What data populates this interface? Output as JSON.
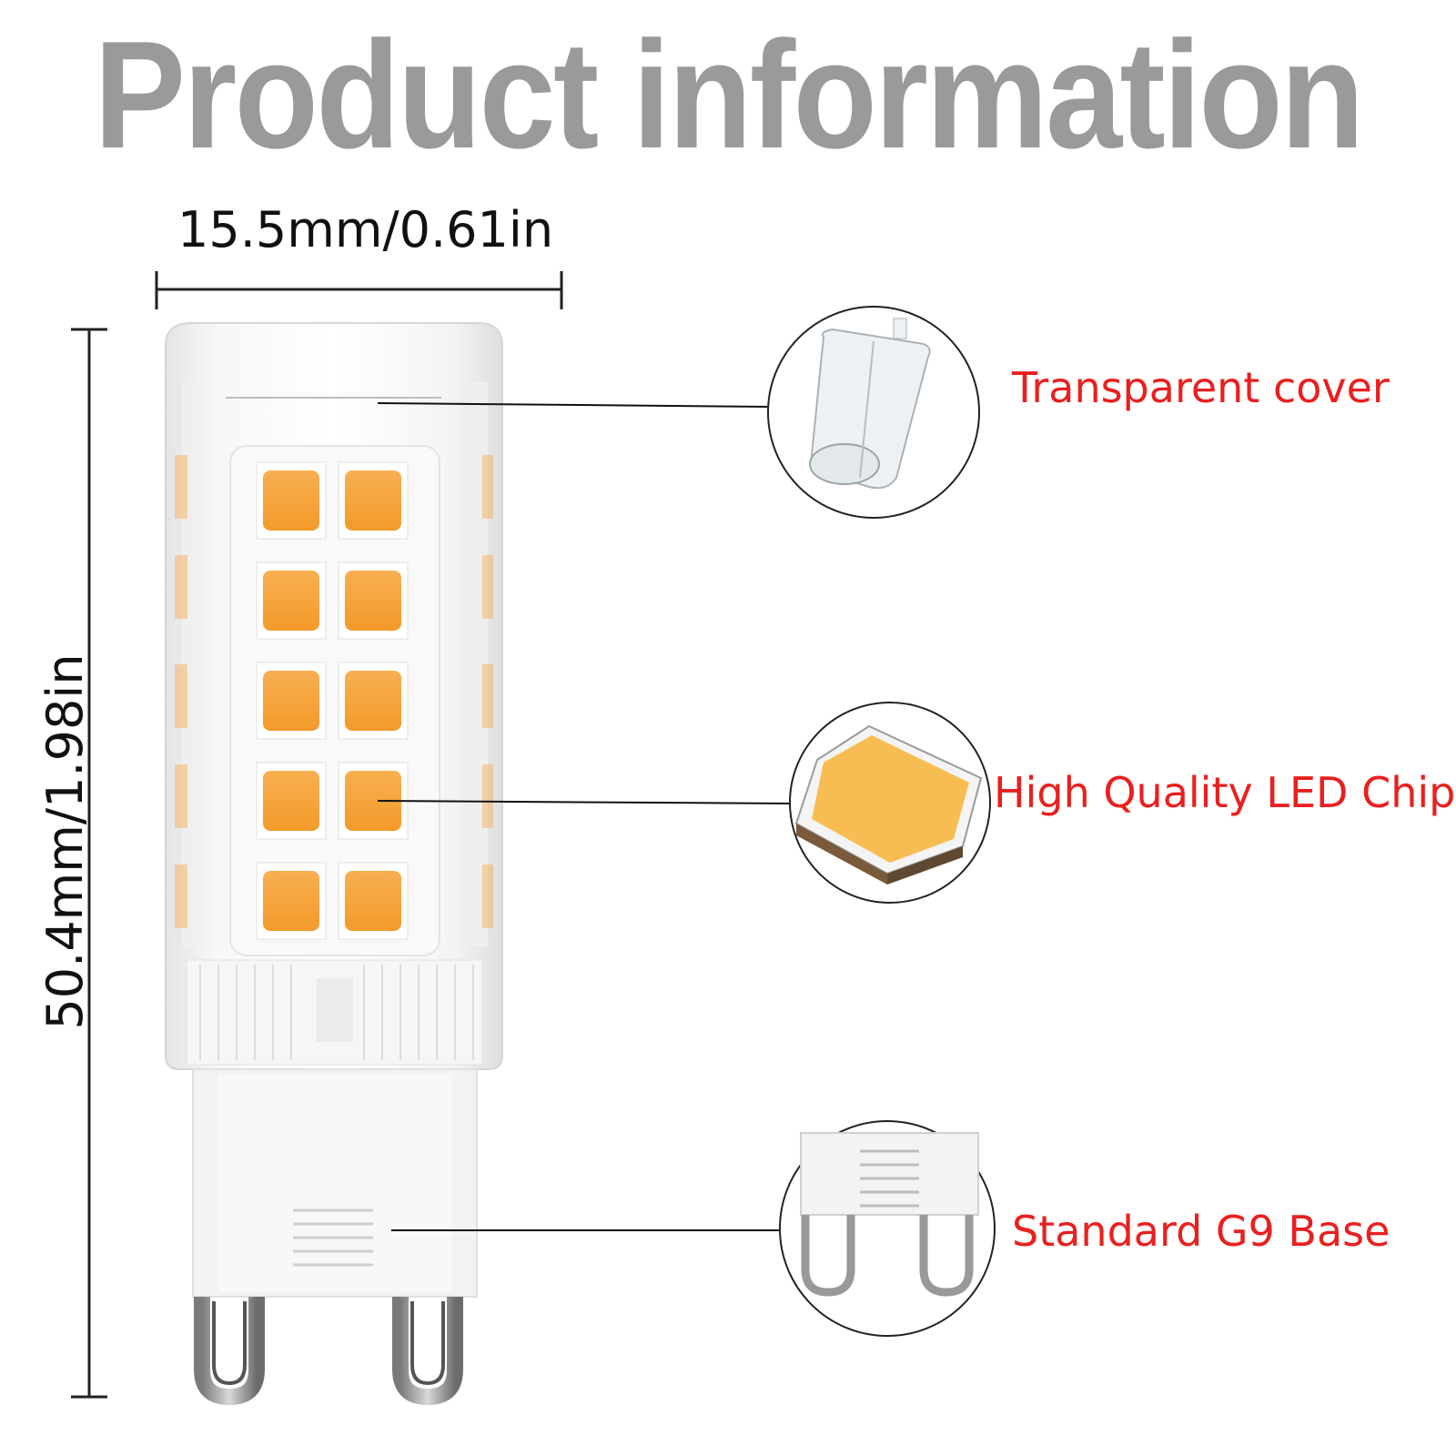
{
  "title": "Product information",
  "dimensions": {
    "width": "15.5mm/0.61in",
    "height": "50.4mm/1.98in"
  },
  "callouts": [
    {
      "label": "Transparent cover"
    },
    {
      "label": "High Quality LED Chip"
    },
    {
      "label": "Standard G9 Base"
    }
  ],
  "colors": {
    "title": "#9a9a9a",
    "callout": "#e8201f",
    "led": "#f5a033"
  }
}
